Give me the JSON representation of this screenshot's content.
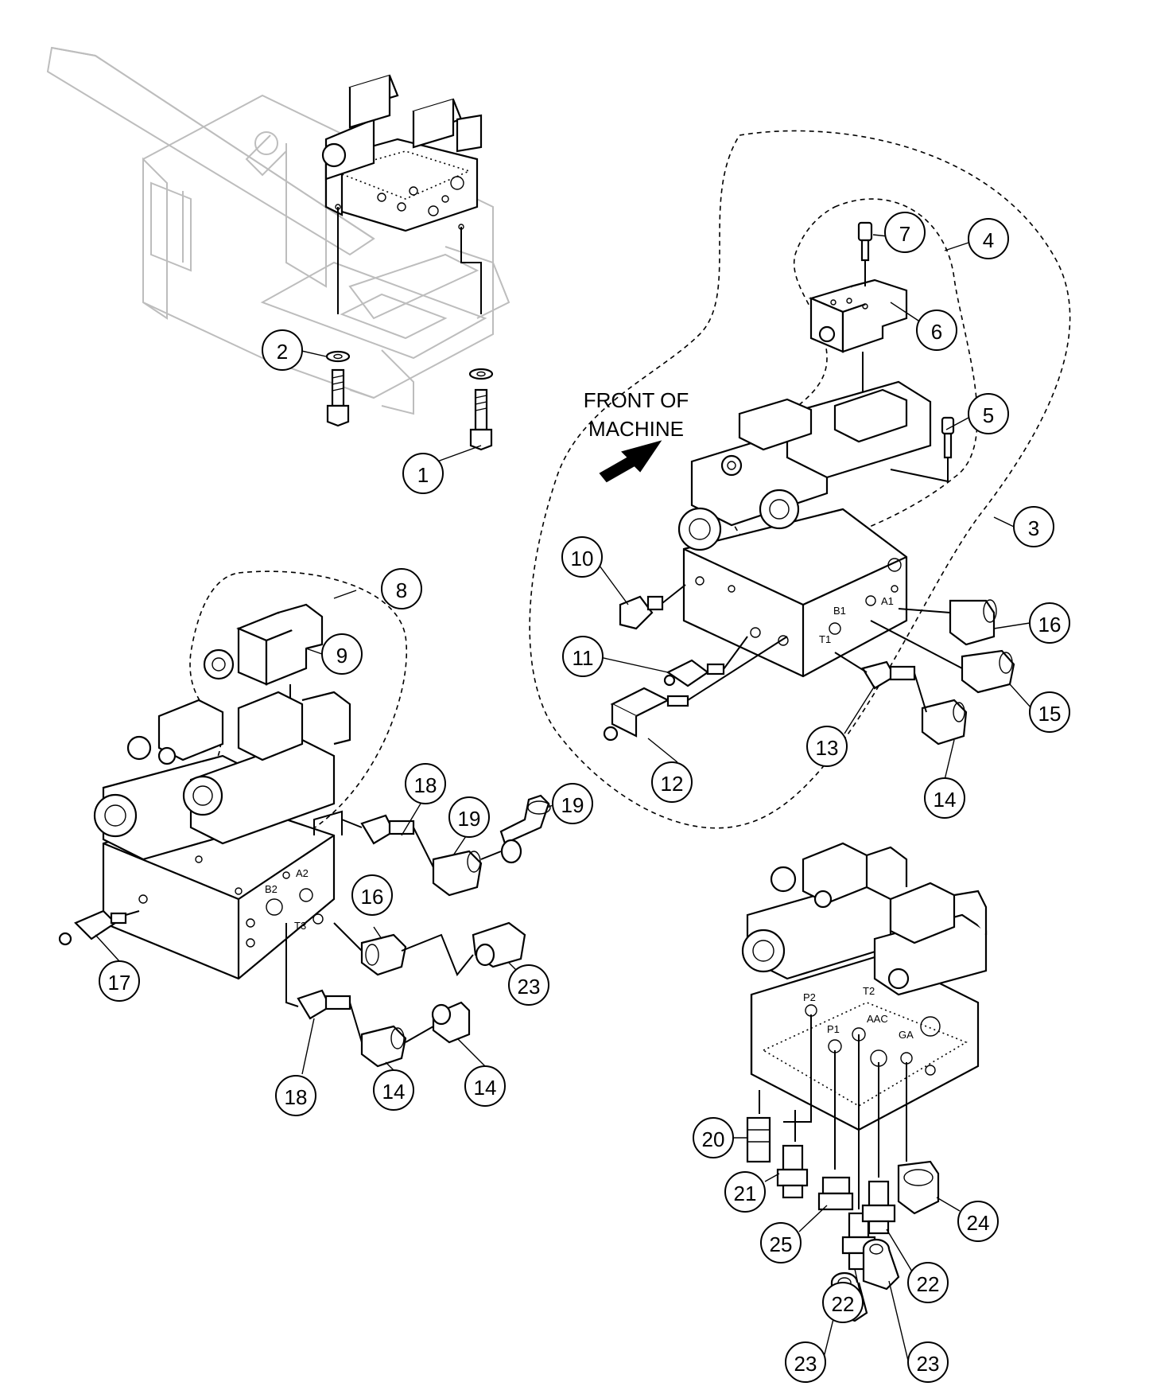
{
  "note_label": [
    "FRONT OF",
    "MACHINE"
  ],
  "port_labels": {
    "b1": "B1",
    "a1": "A1",
    "t1": "T1",
    "b2": "B2",
    "a2": "A2",
    "t3": "T3",
    "p2": "P2",
    "p1": "P1",
    "t2": "T2",
    "aac": "AAC",
    "ga": "GA"
  },
  "callouts": {
    "c1": "1",
    "c2": "2",
    "c3": "3",
    "c4": "4",
    "c5": "5",
    "c6": "6",
    "c7": "7",
    "c8": "8",
    "c9": "9",
    "c10": "10",
    "c11": "11",
    "c12": "12",
    "c13": "13",
    "c14a": "14",
    "c14b": "14",
    "c14c": "14",
    "c15": "15",
    "c16a": "16",
    "c16b": "16",
    "c17": "17",
    "c18a": "18",
    "c18b": "18",
    "c19a": "19",
    "c19b": "19",
    "c20": "20",
    "c21": "21",
    "c22a": "22",
    "c22b": "22",
    "c23a": "23",
    "c23b": "23",
    "c23c": "23",
    "c24": "24",
    "c25": "25"
  }
}
